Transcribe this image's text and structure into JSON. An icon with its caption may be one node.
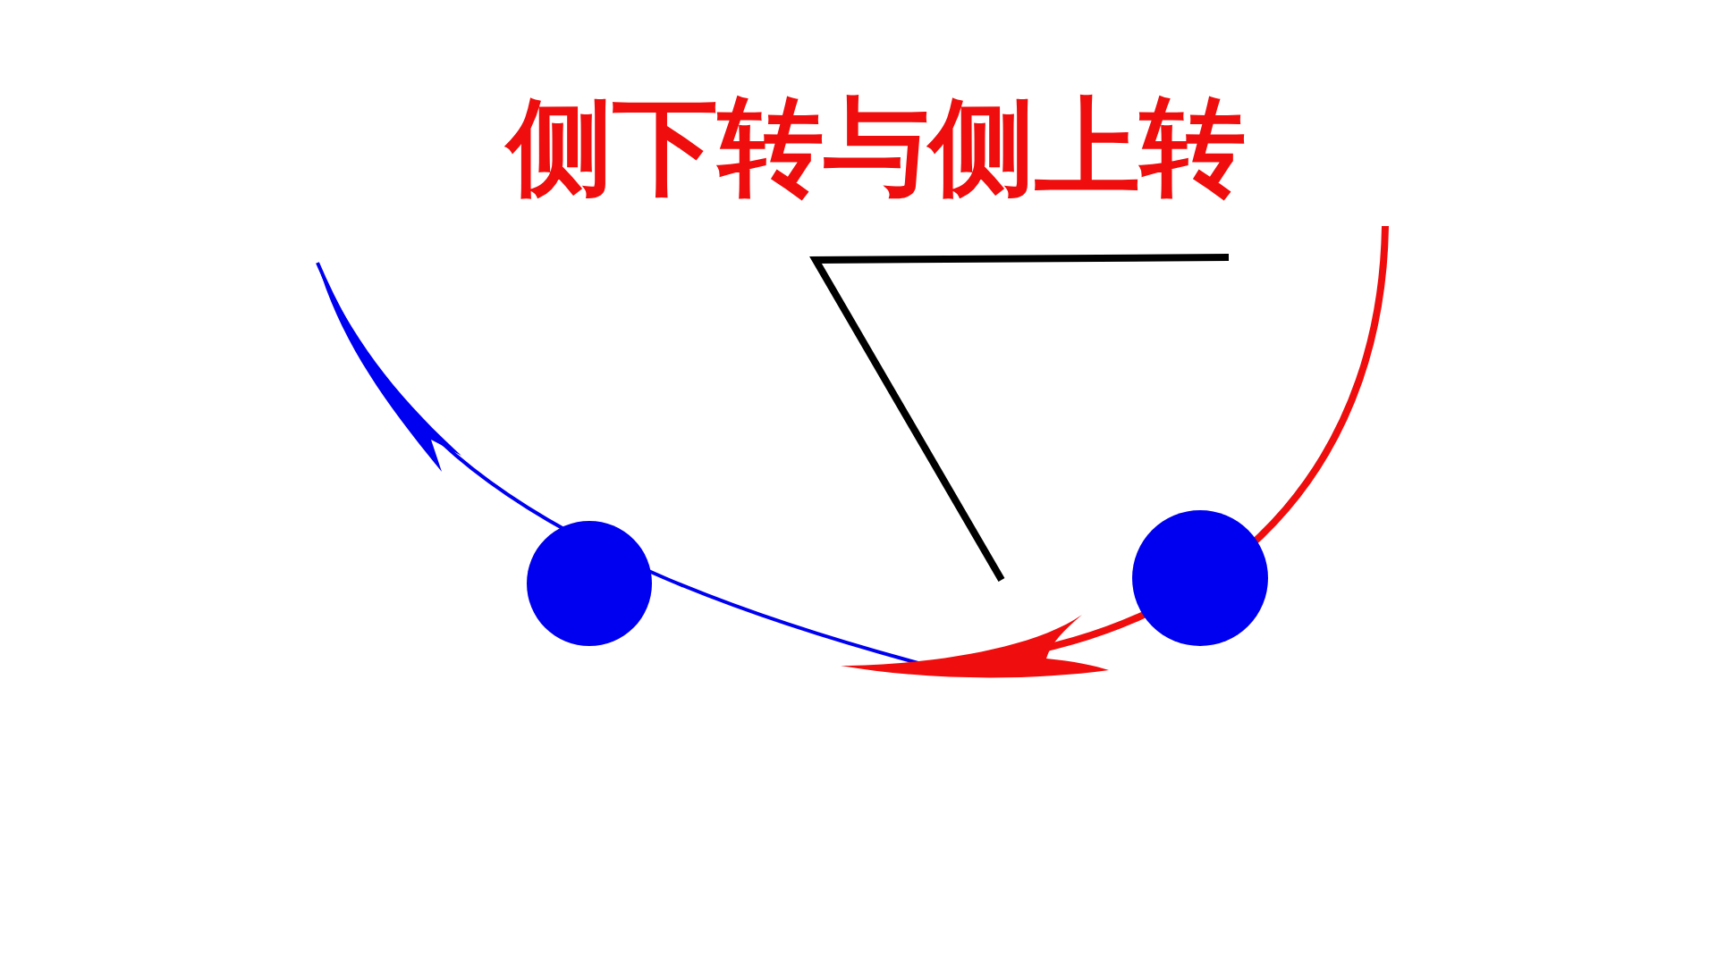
{
  "diagram": {
    "title": "侧下转与侧上转",
    "nodes": [
      {
        "text": [],
        "shape": "circle"
      },
      {
        "text": [],
        "shape": "circle"
      }
    ]
  }
}
